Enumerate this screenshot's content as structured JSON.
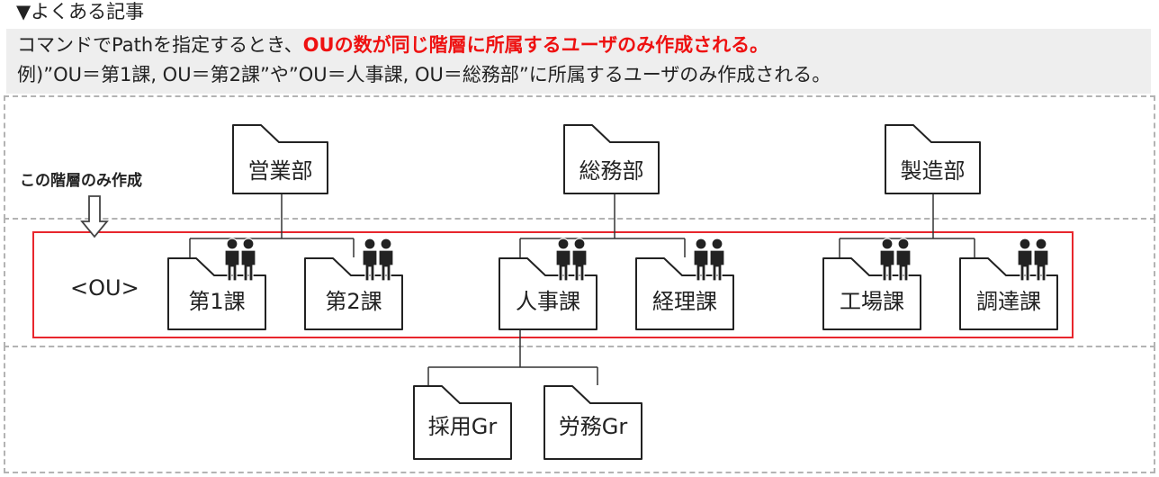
{
  "heading": "▼よくある記事",
  "callout": {
    "line1_plain": "コマンドでPathを指定するとき、",
    "line1_bold": "OUの数が同じ階層に所属するユーザのみ作成される。",
    "line2": "例)”OU＝第1課, OU＝第2課”や”OU＝人事課, OU＝総務部”に所属するユーザのみ作成される。"
  },
  "annotation": {
    "layer_label": "この階層のみ作成",
    "ou_label": "<OU>"
  },
  "colors": {
    "highlight": "#ee1111",
    "ou_frame": "#e8262d",
    "callout_bg": "#eeeeee",
    "band_border": "#b3b3b3"
  },
  "tree": {
    "departments": [
      "営業部",
      "総務部",
      "製造部"
    ],
    "sections": [
      "第1課",
      "第2課",
      "人事課",
      "経理課",
      "工場課",
      "調達課"
    ],
    "groups": [
      "採用Gr",
      "労務Gr"
    ]
  },
  "icons": {
    "folder": "folder-icon",
    "users": "users-icon",
    "arrow": "down-arrow-icon"
  }
}
